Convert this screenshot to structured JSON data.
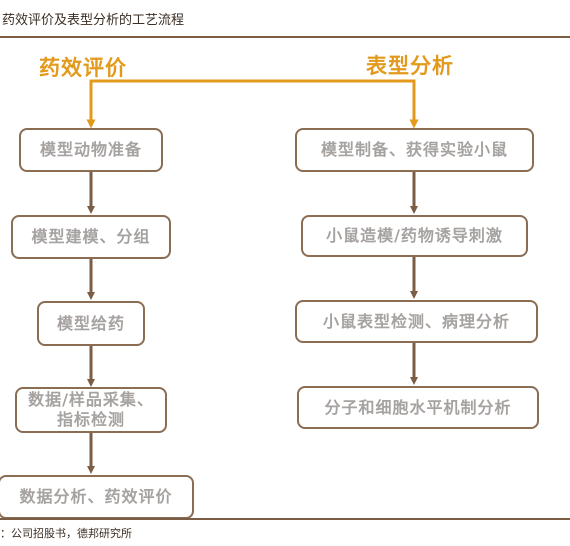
{
  "header": {
    "title": "药效评价及表型分析的工艺流程"
  },
  "left": {
    "title": "药效评价",
    "steps": [
      "模型动物准备",
      "模型建模、分组",
      "模型给药",
      "数据/样品采集、\n指标检测",
      "数据分析、药效评价"
    ]
  },
  "right": {
    "title": "表型分析",
    "steps": [
      "模型制备、获得实验小鼠",
      "小鼠造模/药物诱导刺激",
      "小鼠表型检测、病理分析",
      "分子和细胞水平机制分析"
    ]
  },
  "source": "：公司招股书，德邦研究所",
  "colors": {
    "accent": "#e39a1c",
    "border": "#8b6d54",
    "arrow": "#7a5d44",
    "box_text": "#a6a2a0"
  }
}
